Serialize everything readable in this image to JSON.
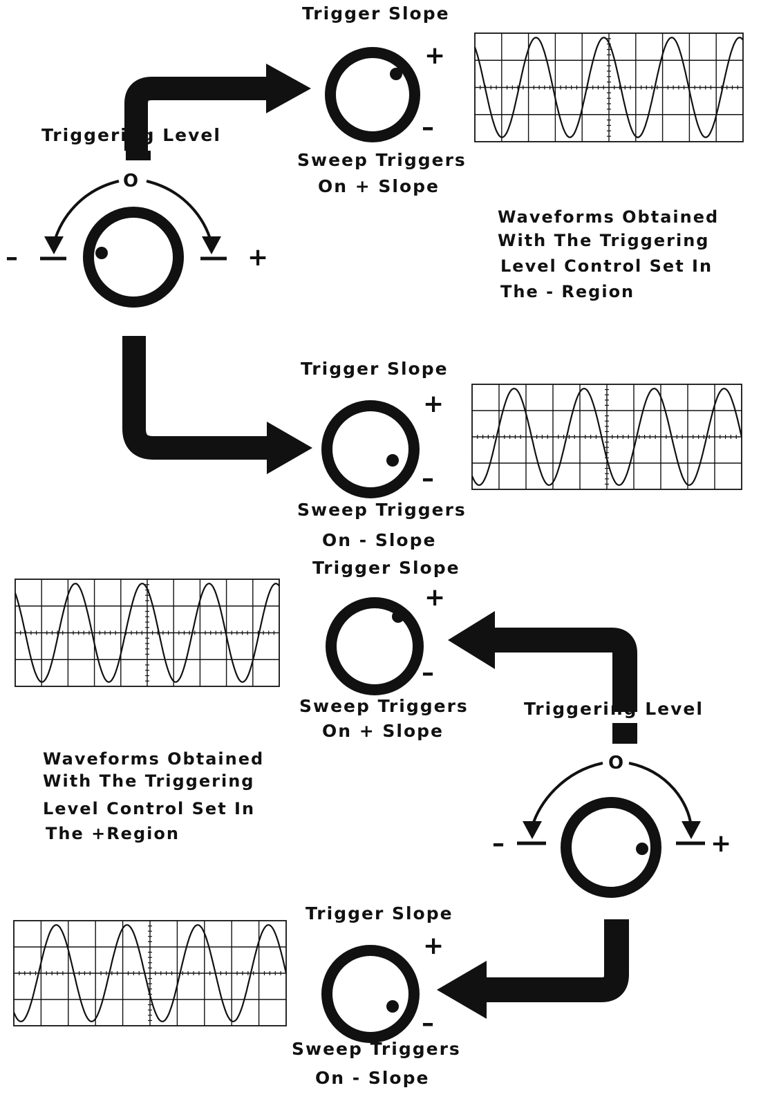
{
  "labels": {
    "trigger_slope": "Trigger Slope",
    "sweep_triggers": "Sweep Triggers",
    "on_plus_slope": "On + Slope",
    "on_minus_slope": "On - Slope",
    "triggering_level": "Triggering Level",
    "zero": "O",
    "plus": "+",
    "minus": "–"
  },
  "captions": {
    "minus_region": [
      "Waveforms Obtained",
      "With The Triggering",
      "Level Control Set In",
      "The - Region"
    ],
    "plus_region": [
      "Waveforms Obtained",
      "With The Triggering",
      "Level Control Set In",
      "The +Region"
    ]
  },
  "screens": [
    {
      "id": "screen-1",
      "slope": "+",
      "level": "-"
    },
    {
      "id": "screen-2",
      "slope": "-",
      "level": "-"
    },
    {
      "id": "screen-3",
      "slope": "+",
      "level": "+"
    },
    {
      "id": "screen-4",
      "slope": "-",
      "level": "+"
    }
  ],
  "colors": {
    "ink": "#111111",
    "paper": "#ffffff"
  }
}
